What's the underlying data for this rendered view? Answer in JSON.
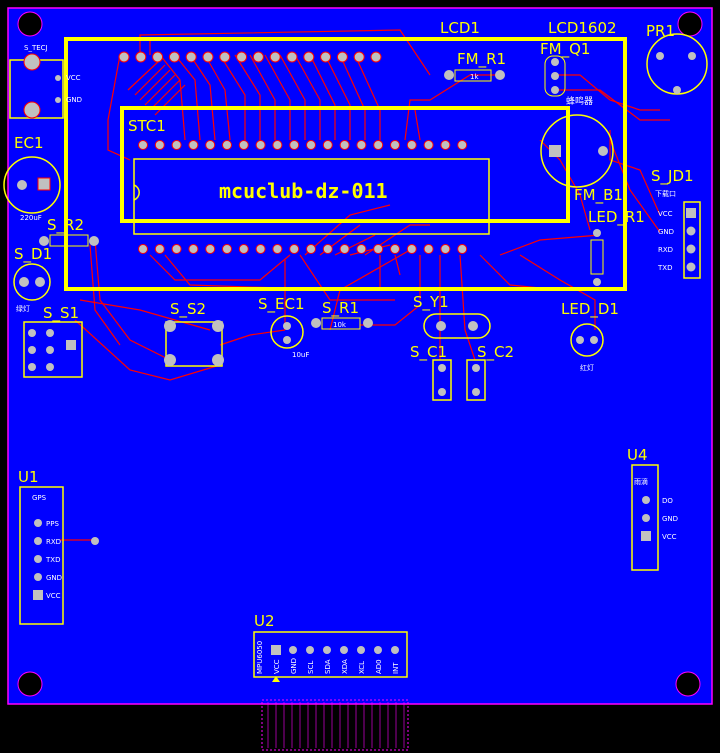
{
  "labels": {
    "lcd1": "LCD1",
    "lcd1602": "LCD1602",
    "pr1": "PR1",
    "fm_r1": "FM_R1",
    "fm_q1": "FM_Q1",
    "stc1": "STC1",
    "ec1": "EC1",
    "s_r2": "S_R2",
    "s_d1": "S_D1",
    "s_s1": "S_S1",
    "s_s2": "S_S2",
    "s_ec1": "S_EC1",
    "s_r1": "S_R1",
    "s_y1": "S_Y1",
    "s_c1": "S_C1",
    "s_c2": "S_C2",
    "led_d1": "LED_D1",
    "fm_b1": "FM_B1",
    "led_r1": "LED_R1",
    "s_jd1": "S_JD1",
    "u1": "U1",
    "u2": "U2",
    "u4": "U4",
    "board_name": "mcuclub-dz-011"
  },
  "silk": {
    "s_tec": "S_TECJ",
    "vcc": "VCC",
    "gnd": "GND",
    "ec1_val": "220uF",
    "fm_r1_val": "1k",
    "buzzer": "蜂鸣器",
    "s_d1_txt": "绿灯",
    "led_d1_txt": "红灯",
    "s_ec1_val": "10uF",
    "s_r1_val": "10k",
    "jd1_title": "下载口",
    "jd1_pins": [
      "VCC",
      "GND",
      "RXD",
      "TXD"
    ],
    "u1_title": "GPS",
    "u1_pins": [
      "PPS",
      "RXD",
      "TXD",
      "GND",
      "VCC"
    ],
    "u4_title": "雨滴",
    "u4_pins": [
      "DO",
      "GND",
      "VCC"
    ],
    "u2_pins": [
      "MPU6050",
      "VCC",
      "GND",
      "SCL",
      "SDA",
      "XDA",
      "XCL",
      "AD0",
      "INT"
    ]
  },
  "colors": {
    "board": "#0000ff",
    "trace": "#ff0000",
    "silkscreen": "#ffff00",
    "pad": "#c0c0c0",
    "outline": "#ff00ff"
  }
}
